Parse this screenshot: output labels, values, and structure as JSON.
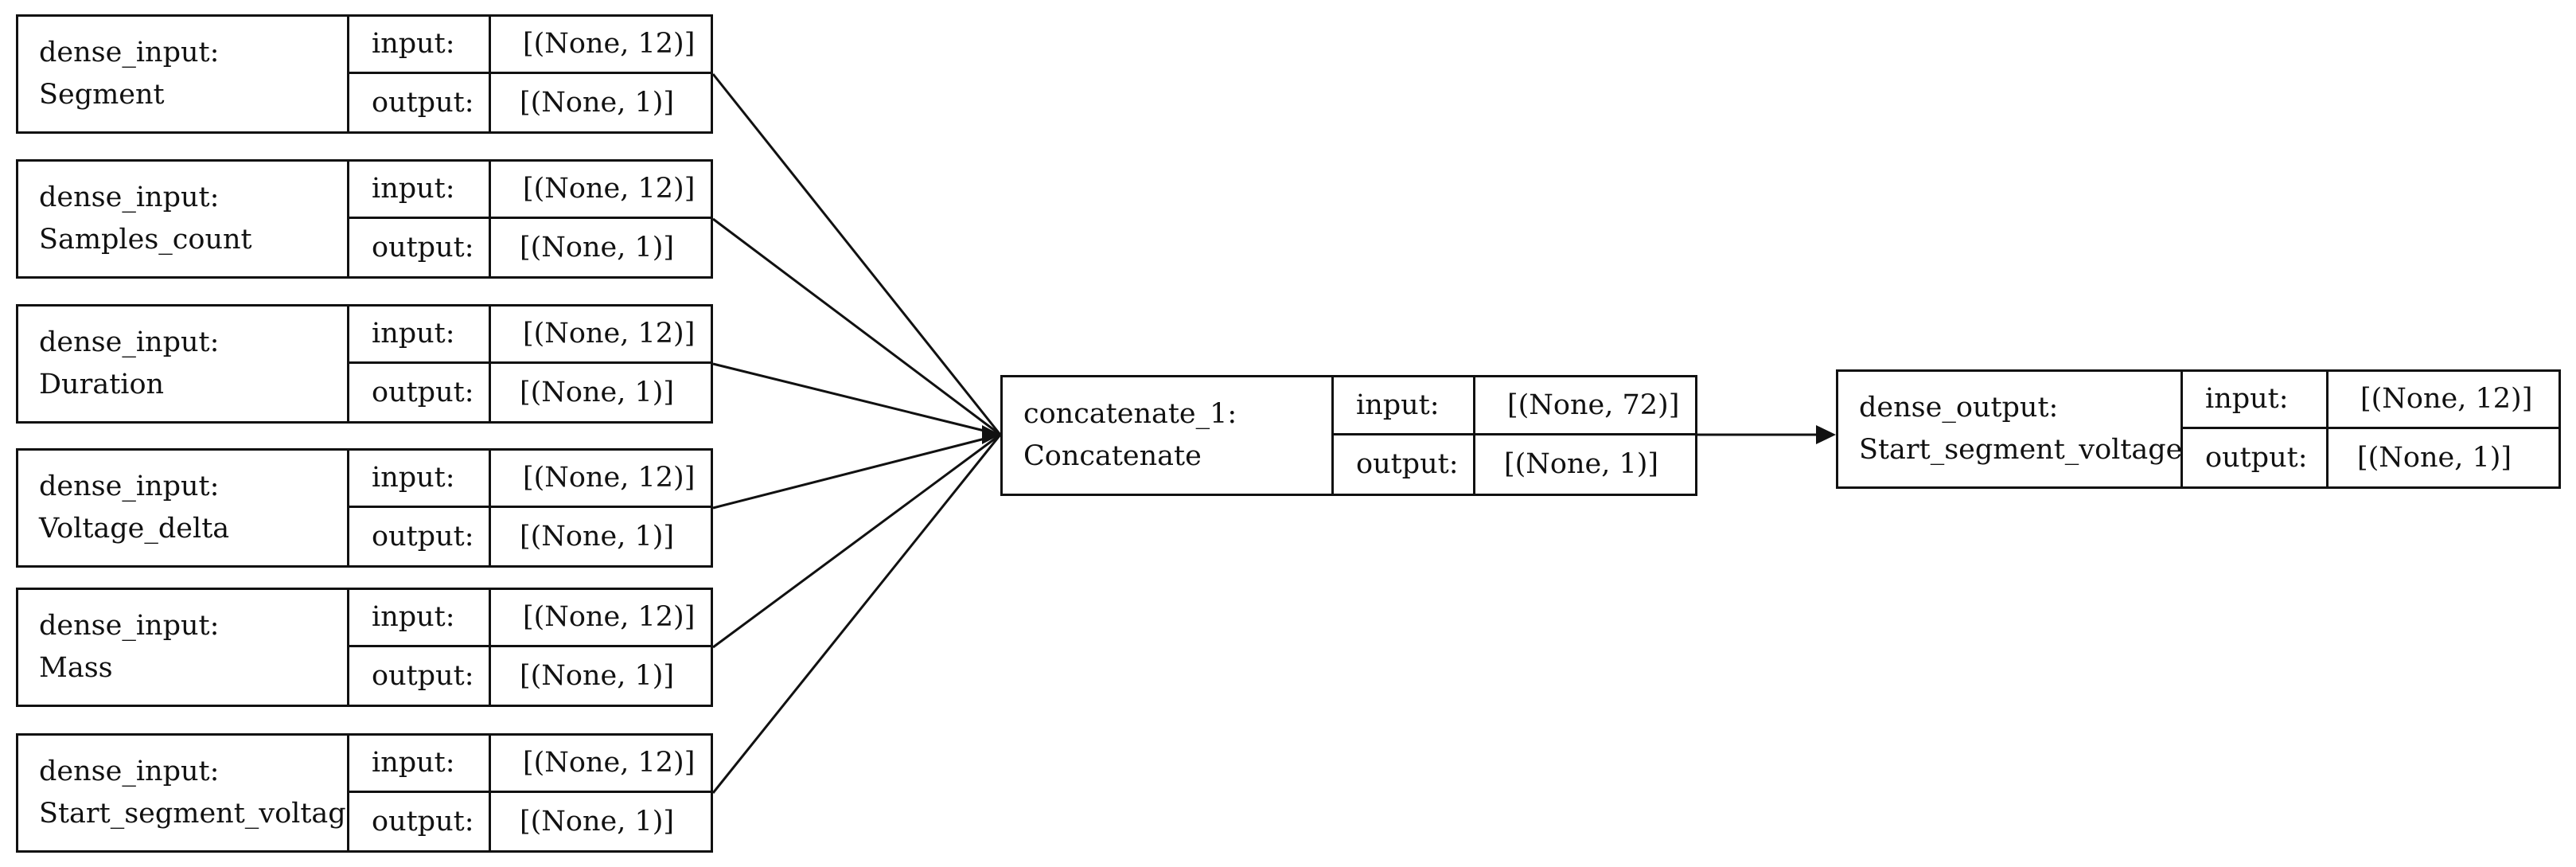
{
  "inputs": [
    {
      "kind": "dense_input:",
      "name": "Segment",
      "input_label": "input:",
      "input_shape": "[(None, 12)]",
      "output_label": "output:",
      "output_shape": "[(None, 1)]"
    },
    {
      "kind": "dense_input:",
      "name": "Samples_count",
      "input_label": "input:",
      "input_shape": "[(None, 12)]",
      "output_label": "output:",
      "output_shape": "[(None, 1)]"
    },
    {
      "kind": "dense_input:",
      "name": "Duration",
      "input_label": "input:",
      "input_shape": "[(None, 12)]",
      "output_label": "output:",
      "output_shape": "[(None, 1)]"
    },
    {
      "kind": "dense_input:",
      "name": "Voltage_delta",
      "input_label": "input:",
      "input_shape": "[(None, 12)]",
      "output_label": "output:",
      "output_shape": "[(None, 1)]"
    },
    {
      "kind": "dense_input:",
      "name": "Mass",
      "input_label": "input:",
      "input_shape": "[(None, 12)]",
      "output_label": "output:",
      "output_shape": "[(None, 1)]"
    },
    {
      "kind": "dense_input:",
      "name": "Start_segment_voltageI",
      "input_label": "input:",
      "input_shape": "[(None, 12)]",
      "output_label": "output:",
      "output_shape": "[(None, 1)]"
    }
  ],
  "concat": {
    "kind": "concatenate_1:",
    "name": "Concatenate",
    "input_label": "input:",
    "input_shape": "[(None, 72)]",
    "output_label": "output:",
    "output_shape": "[(None, 1)]"
  },
  "output": {
    "kind": "dense_output:",
    "name": "Start_segment_voltageO",
    "input_label": "input:",
    "input_shape": "[(None, 12)]",
    "output_label": "output:",
    "output_shape": "[(None, 1)]"
  },
  "colors": {
    "stroke": "#111111",
    "background": "#ffffff"
  }
}
